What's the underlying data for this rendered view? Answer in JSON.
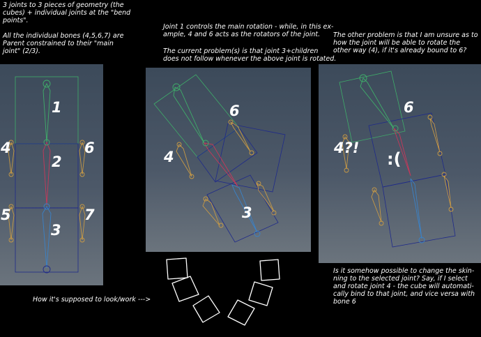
{
  "notes": {
    "intro_1": "3 joints to 3 pieces of geometry (the\ncubes) + individual joints at the \"bend\npoints\".",
    "intro_2": "All the individual bones (4,5,6,7) are\nParent constrained to their \"main\njoint\" (2/3).",
    "middle_1": "Joint 1 controls the main rotation - while, in this ex-\nample, 4 and 6 acts as the rotators of the joint.",
    "middle_2": "The current problem(s) is that joint 3+children\ndoes not follow whenever the above joint is rotated.",
    "right_1": "The other problem is that I am unsure as to\nhow the joint will be able to rotate the\nother way (4), if it's already bound to 6?",
    "bottom_right": "Is it somehow possible to change the skin-\nning to the selected joint? Say, if I select\nand rotate joint 4 - the cube will automati-\ncally bind to that joint, and vice versa with\nbone 6",
    "bottom_left": "How it's supposed to look/work --->"
  },
  "panel_left": {
    "labels": {
      "j1": "1",
      "j4": "4",
      "j6": "6",
      "j2": "2",
      "j5": "5",
      "j7": "7",
      "j3": "3"
    }
  },
  "panel_middle": {
    "labels": {
      "j6": "6",
      "j4": "4",
      "j3": "3"
    }
  },
  "panel_right": {
    "labels": {
      "j6": "6",
      "j4": "4?!",
      "face": ":("
    }
  },
  "colors": {
    "background": "#000000",
    "text": "#ffffff",
    "cube_outline": "#1f2a8a",
    "bone_green": "#3fae6a",
    "bone_pink": "#c8385a",
    "bone_blue": "#3a82c8",
    "joint_orange": "#c99a45"
  }
}
